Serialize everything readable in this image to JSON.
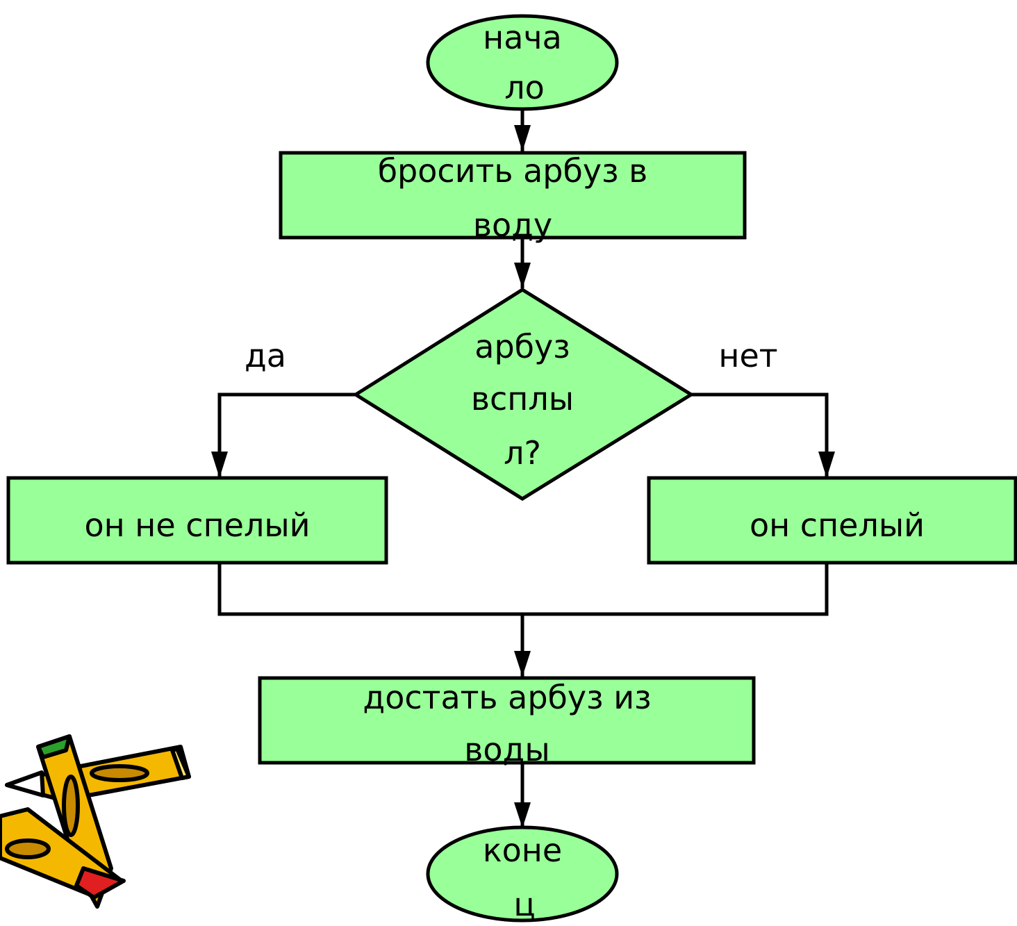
{
  "colors": {
    "fill": "#99ff99",
    "stroke": "#000000",
    "background": "#ffffff"
  },
  "flowchart": {
    "start": {
      "line1": "нача",
      "line2": "ло"
    },
    "step1": {
      "line1": "бросить арбуз в",
      "line2": "воду"
    },
    "decision": {
      "line1": "арбуз",
      "line2": "всплы",
      "line3": "л?"
    },
    "branch_yes": {
      "label": "да"
    },
    "branch_no": {
      "label": "нет"
    },
    "yes_box": {
      "label": "он не спелый"
    },
    "no_box": {
      "label": "он спелый"
    },
    "step2": {
      "line1": "достать арбуз из",
      "line2": "воды"
    },
    "end": {
      "line1": "коне",
      "line2": "ц"
    }
  },
  "decoration": {
    "icon": "pencils-clipart"
  }
}
